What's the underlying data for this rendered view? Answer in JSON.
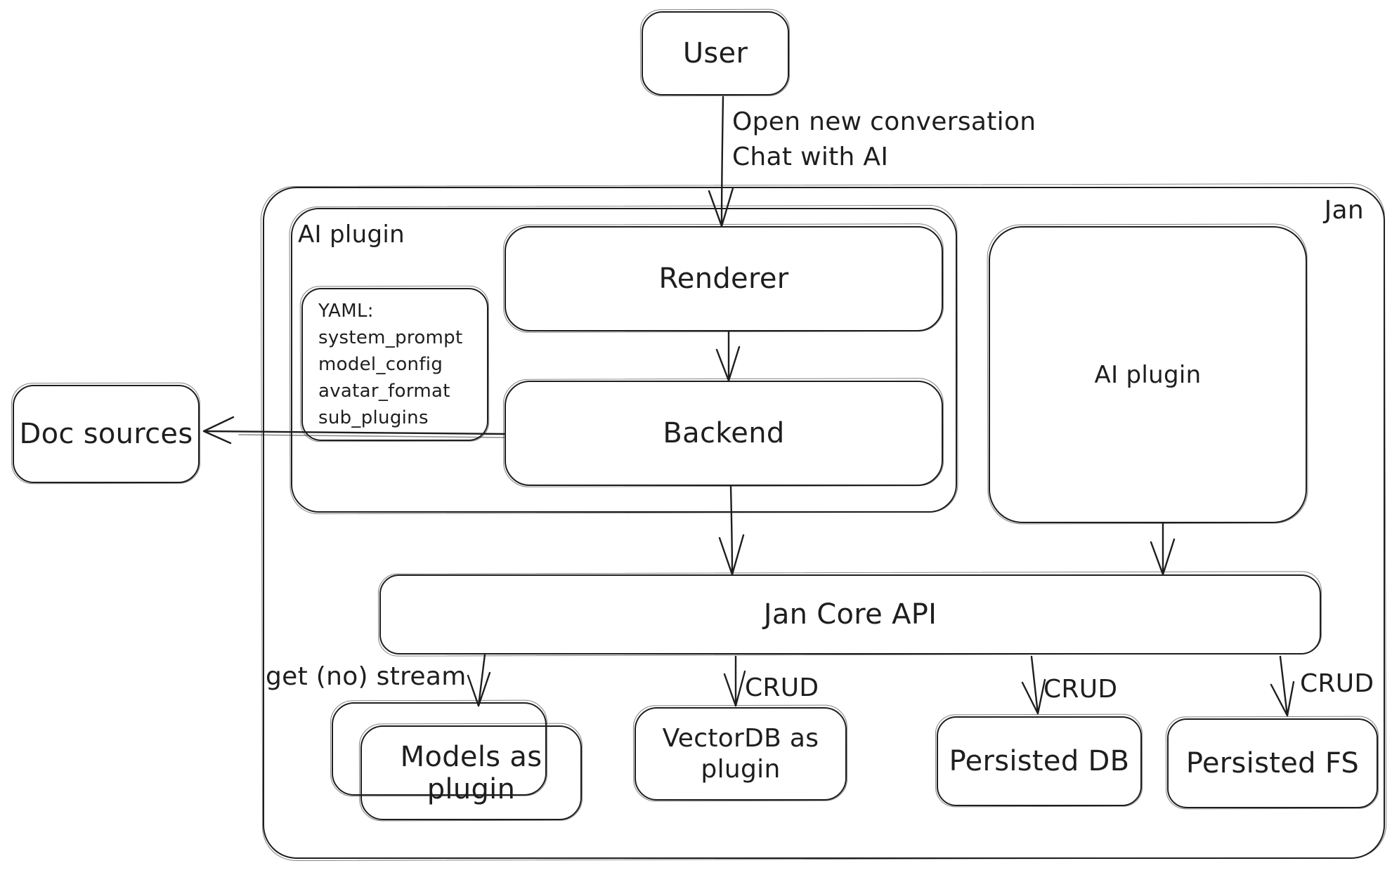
{
  "colors": {
    "stroke": "#1e1e1e",
    "background": "#ffffff"
  },
  "nodes": {
    "user": {
      "label": "User"
    },
    "jan_container": {
      "label": "Jan"
    },
    "ai_plugin_group": {
      "label": "AI plugin"
    },
    "renderer": {
      "label": "Renderer"
    },
    "backend": {
      "label": "Backend"
    },
    "yaml_note": {
      "title": "YAML:",
      "lines": [
        "system_prompt",
        "model_config",
        "avatar_format",
        "sub_plugins"
      ]
    },
    "doc_sources": {
      "label": "Doc sources"
    },
    "ai_plugin_box": {
      "label": "AI plugin"
    },
    "jan_core_api": {
      "label": "Jan Core API"
    },
    "models_as_plugin": {
      "label": "Models as plugin"
    },
    "vectordb_as_plugin": {
      "label": "VectorDB as plugin"
    },
    "persisted_db": {
      "label": "Persisted DB"
    },
    "persisted_fs": {
      "label": "Persisted FS"
    }
  },
  "edge_labels": {
    "user_to_renderer_line1": "Open new conversation",
    "user_to_renderer_line2": "Chat with AI",
    "api_to_models": "get (no) stream",
    "api_to_vectordb": "CRUD",
    "api_to_persisted_db": "CRUD",
    "api_to_persisted_fs": "CRUD"
  }
}
